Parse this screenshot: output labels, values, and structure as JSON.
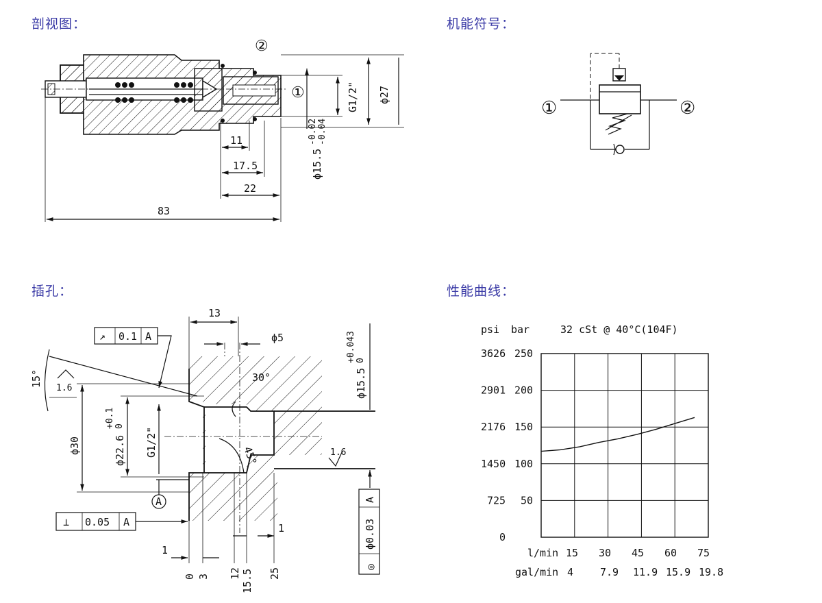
{
  "headings": {
    "section_view": "剖视图：",
    "symbol": "机能符号：",
    "cavity": "插孔：",
    "curve": "性能曲线："
  },
  "section": {
    "port1": "①",
    "port2": "②",
    "dim_g": "G1/2\"",
    "dim_d27": "ϕ27",
    "dim_d155": "ϕ15.5",
    "dim_d155_tol_upper": "-0.02",
    "dim_d155_tol_lower": "-0.04",
    "dim_11": "11",
    "dim_175": "17.5",
    "dim_22": "22",
    "dim_83": "83"
  },
  "symbol": {
    "port1": "①",
    "port2": "②"
  },
  "cavity": {
    "dim_13": "13",
    "dim_d5": "ϕ5",
    "dim_30deg": "30°",
    "dim_15deg": "15°",
    "dim_45deg": "45°",
    "dim_d155": "ϕ15.5",
    "dim_d155_tol_upper": "+0.043",
    "dim_d155_tol_lower": "0",
    "dim_d30": "ϕ30",
    "dim_d226": "ϕ22.6",
    "dim_d226_tol_upper": "+0.1",
    "dim_d226_tol_lower": "0",
    "dim_g": "G1/2\"",
    "rough_16a": "1.6",
    "rough_16b": "1.6",
    "frame_runout_sym": "↗",
    "frame_runout_val": "0.1",
    "frame_runout_ref": "A",
    "frame_perp_sym": "⊥",
    "frame_perp_val": "0.05",
    "frame_perp_ref": "A",
    "frame_conc_sym": "◎",
    "frame_conc_val": "ϕ0.03",
    "frame_conc_ref": "A",
    "datum": "A",
    "dim_1a": "1",
    "dim_1b": "1",
    "axis_ticks": [
      "0",
      "3",
      "12",
      "15.5",
      "25"
    ]
  },
  "chart_data": {
    "type": "line",
    "title": "32 cSt @ 40°C(104F)",
    "ylabel_left": "psi",
    "ylabel_right": "bar",
    "xlabel_top": "l/min",
    "xlabel_bottom": "gal/min",
    "x_lmin": [
      15,
      30,
      45,
      60,
      75
    ],
    "x_galmin": [
      "4",
      "7.9",
      "11.9",
      "15.9",
      "19.8"
    ],
    "y_psi": [
      "3626",
      "2901",
      "2176",
      "1450",
      "725",
      "0"
    ],
    "y_bar": [
      "250",
      "200",
      "150",
      "100",
      "50",
      ""
    ],
    "ylim": [
      0,
      250
    ],
    "xlim": [
      15,
      75
    ],
    "grid": true,
    "series": [
      {
        "points": [
          [
            15,
            117
          ],
          [
            22.5,
            119
          ],
          [
            30,
            123
          ],
          [
            37.5,
            129
          ],
          [
            45,
            134
          ],
          [
            52.5,
            140
          ],
          [
            60,
            147
          ],
          [
            67.5,
            155
          ],
          [
            75,
            163
          ]
        ]
      }
    ]
  },
  "colors": {
    "heading": "#3a3aa6",
    "line": "#111111"
  }
}
